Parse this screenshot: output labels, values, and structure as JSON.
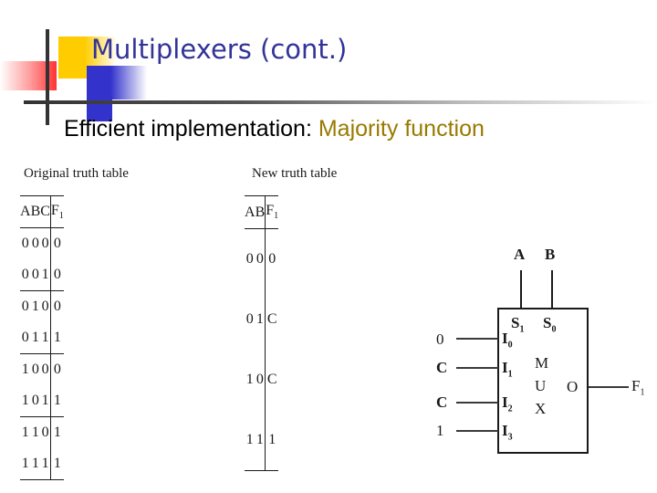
{
  "slide": {
    "title": "Multiplexers (cont.)",
    "subtitle_plain": "Efficient implementation: ",
    "subtitle_highlight": "Majority function",
    "colors": {
      "title": "#333399",
      "highlight": "#997a00",
      "rule": "#333333",
      "ink": "#1a1a1a",
      "logo_yellow": "#ffcc00",
      "logo_red": "#ff3333",
      "logo_blue": "#3333cc"
    }
  },
  "table_original": {
    "caption": "Original truth table",
    "headers": [
      "A",
      "B",
      "C",
      "F"
    ],
    "header_subscript": "1",
    "rows": [
      [
        "0",
        "0",
        "0",
        "0"
      ],
      [
        "0",
        "0",
        "1",
        "0"
      ],
      [
        "0",
        "1",
        "0",
        "0"
      ],
      [
        "0",
        "1",
        "1",
        "1"
      ],
      [
        "1",
        "0",
        "0",
        "0"
      ],
      [
        "1",
        "0",
        "1",
        "1"
      ],
      [
        "1",
        "1",
        "0",
        "1"
      ],
      [
        "1",
        "1",
        "1",
        "1"
      ]
    ],
    "group_after_rows": [
      2,
      4,
      6,
      8
    ]
  },
  "table_new": {
    "caption": "New truth table",
    "headers": [
      "A",
      "B",
      "F"
    ],
    "header_subscript": "1",
    "rows": [
      [
        "0",
        "0",
        "0"
      ],
      [
        "0",
        "1",
        "C"
      ],
      [
        "1",
        "0",
        "C"
      ],
      [
        "1",
        "1",
        "1"
      ]
    ]
  },
  "mux": {
    "select_inputs": [
      "A",
      "B"
    ],
    "select_pins": [
      "S",
      "S"
    ],
    "select_pin_subscripts": [
      "1",
      "0"
    ],
    "data_inputs": [
      "0",
      "C",
      "C",
      "1"
    ],
    "data_pins": [
      "I",
      "I",
      "I",
      "I"
    ],
    "data_pin_subscripts": [
      "0",
      "1",
      "2",
      "3"
    ],
    "body_letters": [
      "M",
      "U",
      "X"
    ],
    "output_pin": "O",
    "output_label": "F",
    "output_subscript": "1"
  }
}
